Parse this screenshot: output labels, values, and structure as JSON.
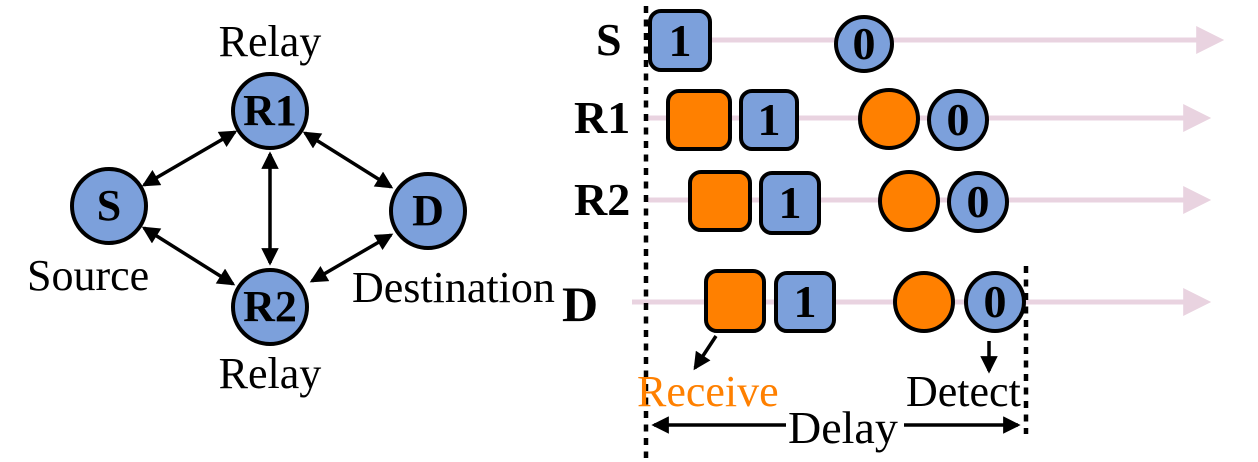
{
  "colors": {
    "node_fill": "#7CA0DB",
    "receive_fill": "#FF8000",
    "timeline_arrow": "#E9D3E0",
    "outline": "#000000",
    "receive_text": "#FF8000",
    "detect_text": "#000000"
  },
  "topology": {
    "nodes": [
      {
        "id": "S",
        "label": "S",
        "caption": "Source"
      },
      {
        "id": "R1",
        "label": "R1",
        "caption": "Relay"
      },
      {
        "id": "R2",
        "label": "R2",
        "caption": "Relay"
      },
      {
        "id": "D",
        "label": "D",
        "caption": "Destination"
      }
    ],
    "links": [
      "S-R1",
      "S-R2",
      "R1-R2",
      "R1-D",
      "R2-D"
    ]
  },
  "timeline": {
    "rows": [
      {
        "label": "S",
        "symbols": [
          {
            "shape": "square",
            "color": "blue",
            "text": "1"
          },
          {
            "shape": "circle",
            "color": "blue",
            "text": "0"
          }
        ]
      },
      {
        "label": "R1",
        "symbols": [
          {
            "shape": "square",
            "color": "orange",
            "text": ""
          },
          {
            "shape": "square",
            "color": "blue",
            "text": "1"
          },
          {
            "shape": "circle",
            "color": "orange",
            "text": ""
          },
          {
            "shape": "circle",
            "color": "blue",
            "text": "0"
          }
        ]
      },
      {
        "label": "R2",
        "symbols": [
          {
            "shape": "square",
            "color": "orange",
            "text": ""
          },
          {
            "shape": "square",
            "color": "blue",
            "text": "1"
          },
          {
            "shape": "circle",
            "color": "orange",
            "text": ""
          },
          {
            "shape": "circle",
            "color": "blue",
            "text": "0"
          }
        ]
      },
      {
        "label": "D",
        "symbols": [
          {
            "shape": "square",
            "color": "orange",
            "text": ""
          },
          {
            "shape": "square",
            "color": "blue",
            "text": "1"
          },
          {
            "shape": "circle",
            "color": "orange",
            "text": ""
          },
          {
            "shape": "circle",
            "color": "blue",
            "text": "0"
          }
        ]
      }
    ],
    "annotations": {
      "receive": "Receive",
      "detect": "Detect",
      "delay": "Delay"
    }
  }
}
